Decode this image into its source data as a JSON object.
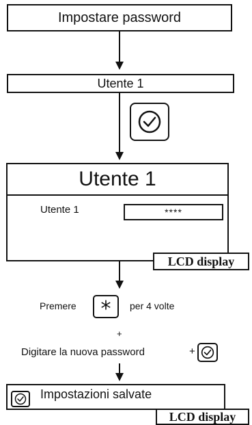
{
  "steps": {
    "set_password": "Impostare password",
    "user_label": "Utente 1",
    "screen_title": "Utente 1",
    "screen_field_label": "Utente 1",
    "screen_field_value": "****",
    "lcd_label": "LCD display",
    "press_prefix": "Premere",
    "star_key": "*",
    "press_suffix": "per 4 volte",
    "plus": "+",
    "enter_new_password": "Digitare la nuova password",
    "plus_confirm": "+",
    "saved": "Impostazioni salvate",
    "lcd_label_2": "LCD display"
  },
  "icons": {
    "confirm": "check-circle-icon"
  },
  "colors": {
    "ink": "#111111",
    "background": "#ffffff"
  }
}
